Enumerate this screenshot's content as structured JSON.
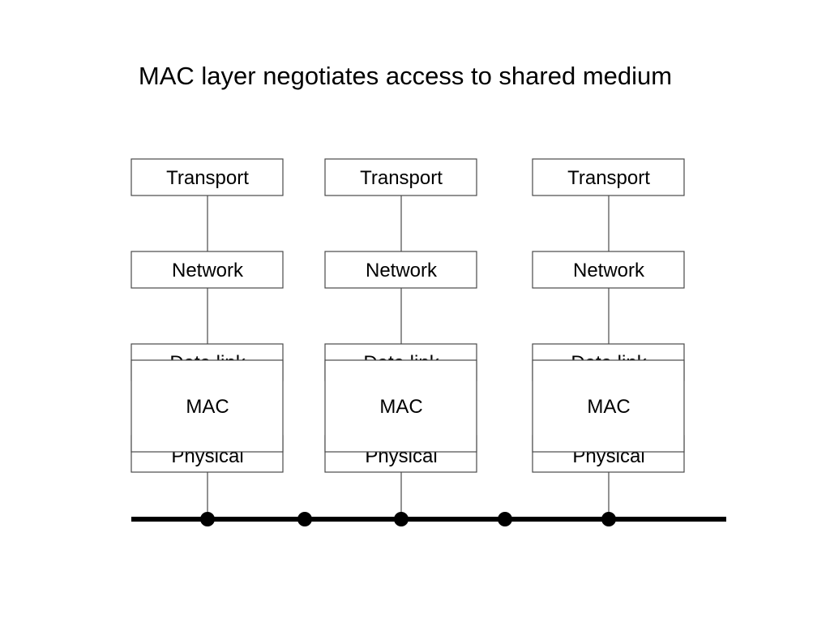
{
  "title": "MAC layer negotiates access to shared medium",
  "stacks": [
    {
      "transport": "Transport",
      "network": "Network",
      "datalink": "Data link",
      "mac": "MAC",
      "physical": "Physical"
    },
    {
      "transport": "Transport",
      "network": "Network",
      "datalink": "Data link",
      "mac": "MAC",
      "physical": "Physical"
    },
    {
      "transport": "Transport",
      "network": "Network",
      "datalink": "Data link",
      "mac": "MAC",
      "physical": "Physical"
    }
  ],
  "medium": {
    "node_count": 5
  }
}
